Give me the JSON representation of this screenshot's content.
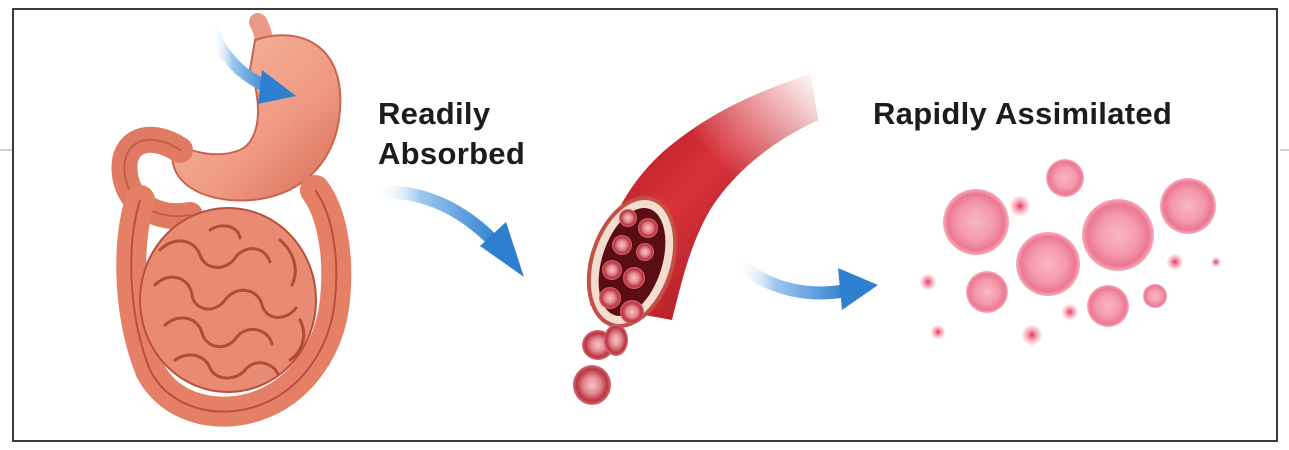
{
  "labels": {
    "readily": "Readily",
    "absorbed": "Absorbed",
    "rapidly_assimilated": "Rapidly Assimilated"
  },
  "colors": {
    "arrow_blue": "#2f7fd0",
    "organ_flesh": "#e88570",
    "vessel_red": "#c8202a",
    "cell_pink": "#f07f95",
    "frame": "#3a3a3a",
    "text": "#1c1c1c"
  }
}
